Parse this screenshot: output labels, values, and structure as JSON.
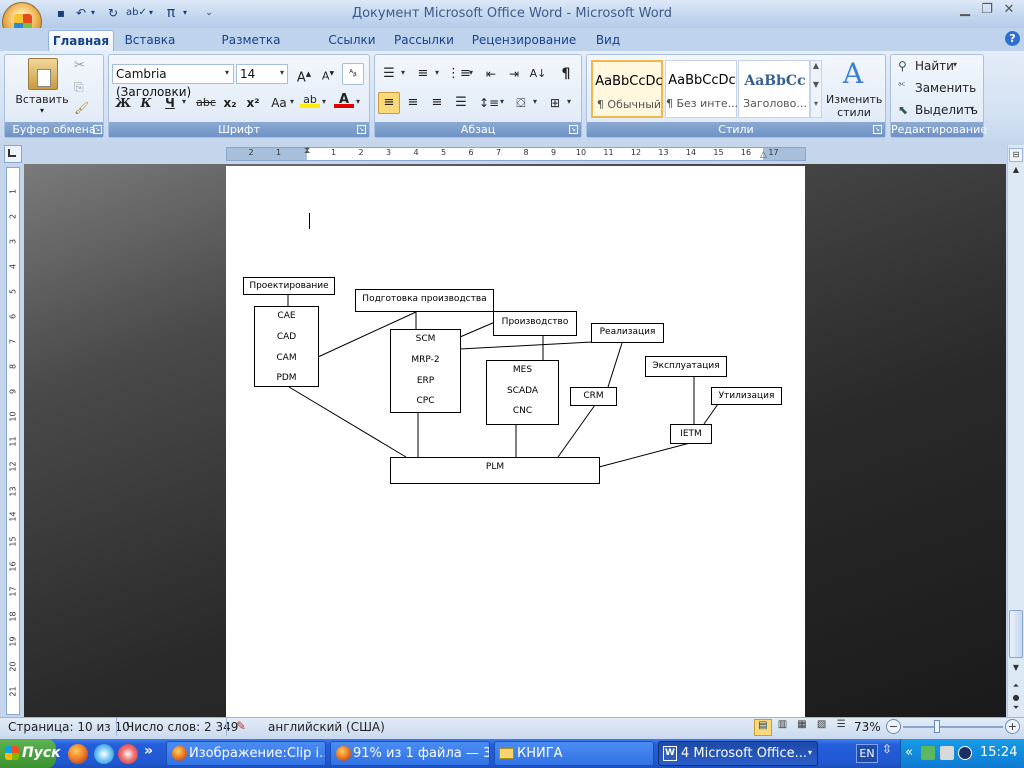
{
  "window": {
    "title": "Документ Microsoft Office Word - Microsoft Word"
  },
  "tabs": [
    {
      "label": "Главная"
    },
    {
      "label": "Вставка"
    },
    {
      "label": "Разметка страницы"
    },
    {
      "label": "Ссылки"
    },
    {
      "label": "Рассылки"
    },
    {
      "label": "Рецензирование"
    },
    {
      "label": "Вид"
    }
  ],
  "ribbon": {
    "clipboard": {
      "label": "Буфер обмена",
      "paste": "Вставить"
    },
    "font": {
      "label": "Шрифт",
      "name": "Cambria (Заголовки)",
      "size": "14",
      "bold": "Ж",
      "italic": "К",
      "underline": "Ч",
      "strike": "abc",
      "sub": "x₂",
      "sup": "x²",
      "case": "Aa"
    },
    "paragraph": {
      "label": "Абзац"
    },
    "styles": {
      "label": "Стили",
      "items": [
        {
          "sample": "AaBbCcDc",
          "name": "¶ Обычный"
        },
        {
          "sample": "AaBbCcDc",
          "name": "¶ Без инте..."
        },
        {
          "sample": "AaBbCc",
          "name": "Заголово..."
        }
      ],
      "change": "Изменить стили"
    },
    "editing": {
      "label": "Редактирование",
      "find": "Найти",
      "replace": "Заменить",
      "select": "Выделить"
    }
  },
  "ruler": {
    "h_numbers": [
      "2",
      "1",
      "1",
      "2",
      "3",
      "4",
      "5",
      "6",
      "7",
      "8",
      "9",
      "10",
      "11",
      "12",
      "13",
      "14",
      "15",
      "16",
      "17"
    ],
    "v_numbers": [
      "1",
      "2",
      "3",
      "4",
      "5",
      "6",
      "7",
      "8",
      "9",
      "10",
      "11",
      "12",
      "13",
      "14",
      "15",
      "16",
      "17",
      "18",
      "19",
      "20",
      "21"
    ]
  },
  "diagram": {
    "design": "Проектирование",
    "design_items": [
      "CAE",
      "CAD",
      "CAM",
      "PDM"
    ],
    "prep": "Подготовка производства",
    "prep_items": [
      "SCM",
      "MRP-2",
      "ERP",
      "CPC"
    ],
    "production": "Производство",
    "production_items": [
      "MES",
      "SCADA",
      "CNC"
    ],
    "sales": "Реализация",
    "crm": "CRM",
    "operation": "Эксплуатация",
    "disposal": "Утилизация",
    "ietm": "IETM",
    "plm": "PLM"
  },
  "statusbar": {
    "page": "Страница: 10 из 10",
    "words": "Число слов: 2 349",
    "lang": "английский (США)",
    "zoom": "73%"
  },
  "taskbar": {
    "start": "Пуск",
    "items": [
      {
        "label": "Изображение:Clip i..."
      },
      {
        "label": "91% из 1 файла — 3..."
      },
      {
        "label": "КНИГА"
      },
      {
        "label": "4 Microsoft Office..."
      }
    ],
    "lang": "EN",
    "time": "15:24"
  }
}
